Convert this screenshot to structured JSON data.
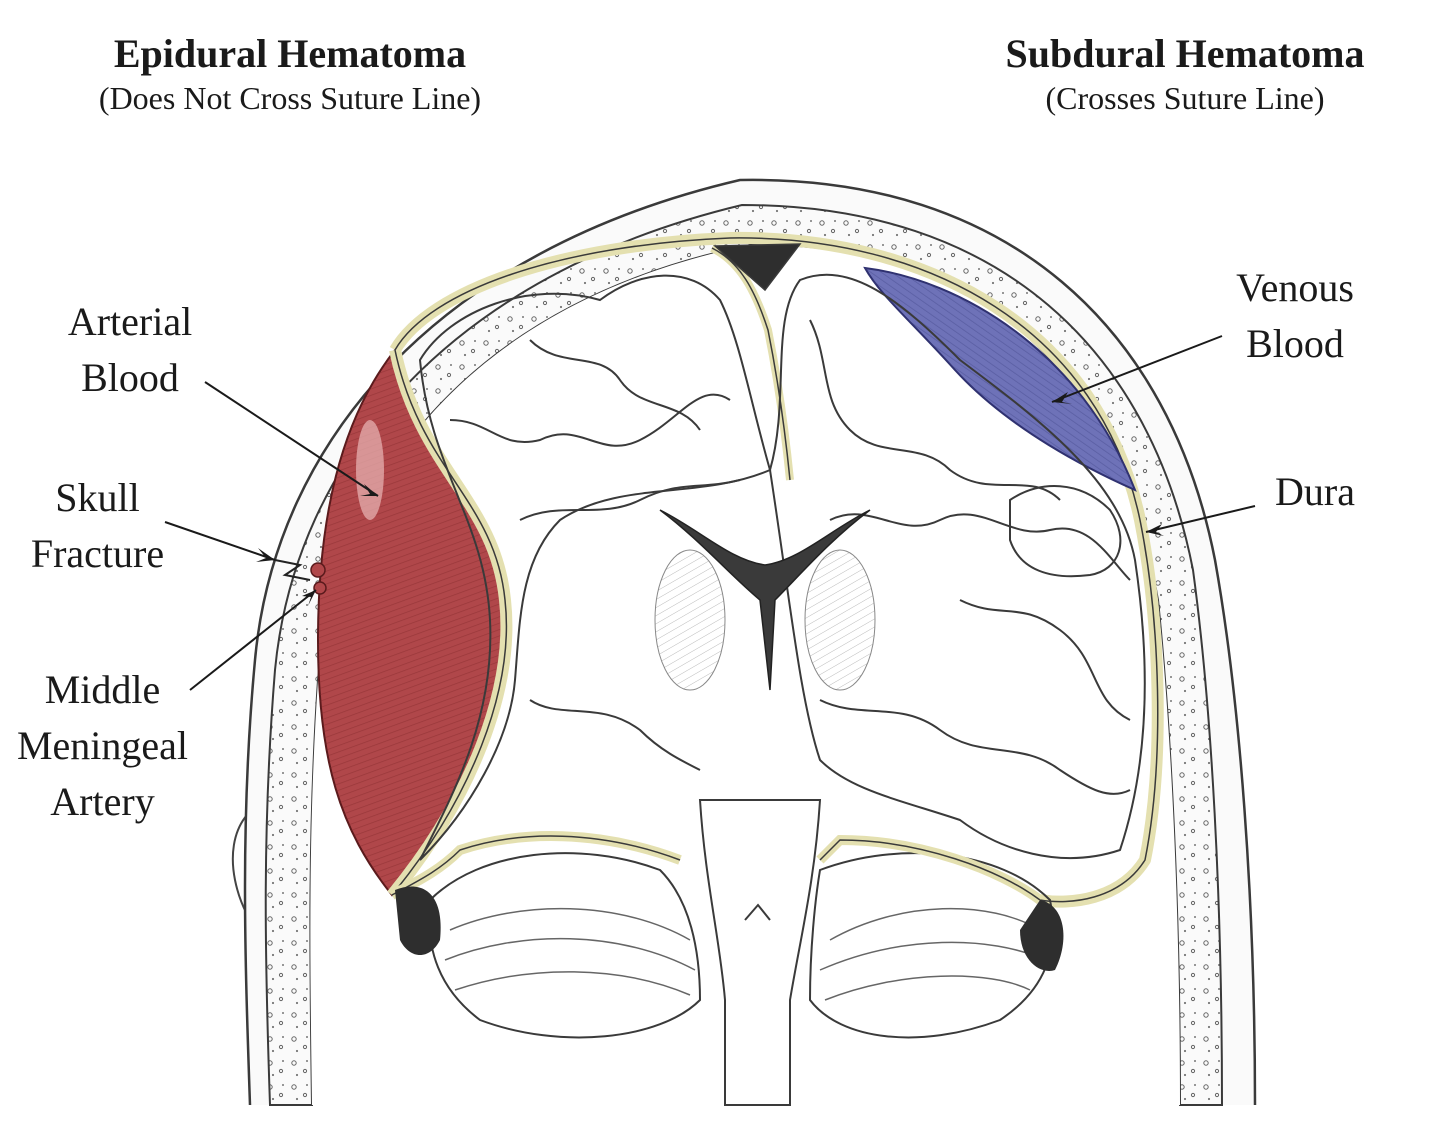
{
  "headings": {
    "left": {
      "title": "Epidural Hematoma",
      "subtitle": "(Does Not Cross Suture Line)"
    },
    "right": {
      "title": "Subdural Hematoma",
      "subtitle": "(Crosses Suture Line)"
    }
  },
  "labels": {
    "arterial_blood": "Arterial\nBlood",
    "skull_fracture": "Skull\nFracture",
    "middle_meningeal_artery": "Middle\nMeningeal\nArtery",
    "venous_blood": "Venous\nBlood",
    "dura": "Dura"
  },
  "colors": {
    "arterial_blood": "#b0474a",
    "venous_blood": "#6e72b8",
    "dura": "#e4e0b0",
    "outline": "#333333"
  }
}
